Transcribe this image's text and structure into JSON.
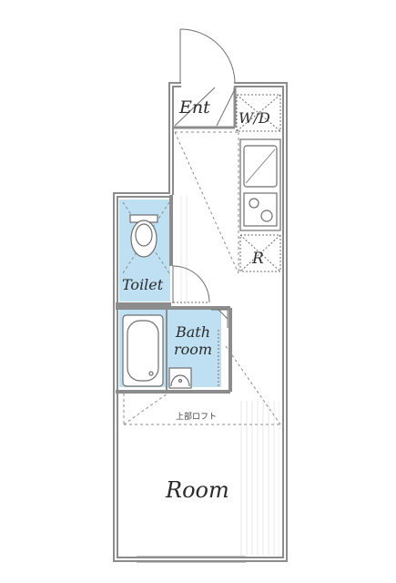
{
  "rooms": {
    "entrance": "Ent",
    "washer": "W/D",
    "refrigerator": "R",
    "toilet": "Toilet",
    "bath_line1": "Bath",
    "bath_line2": "room",
    "loft": "上部ロフト",
    "room": "Room"
  },
  "colors": {
    "wall": "#8c8c8c",
    "wet_area": "#bfe0f2",
    "line": "#6e6e6e"
  }
}
